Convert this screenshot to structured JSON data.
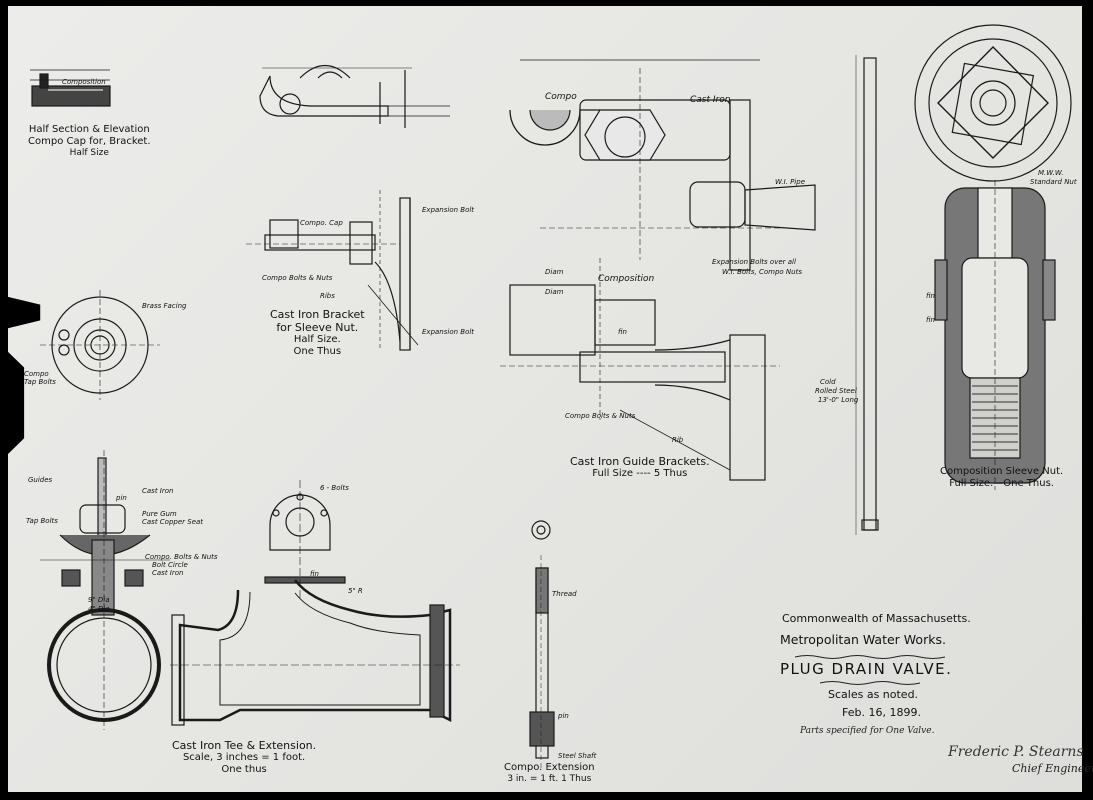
{
  "title_block": {
    "line1": "Commonwealth of Massachusetts.",
    "line2": "Metropolitan Water Works.",
    "line3": "PLUG DRAIN VALVE.",
    "line4": "Scales as noted.",
    "line5": "Feb. 16, 1899.",
    "line6": "Parts specified for One Valve.",
    "signature": "Frederic P. Stearns",
    "signature_title": "Chief Engineer"
  },
  "views": {
    "half_section": {
      "caption1": "Half Section & Elevation",
      "caption2": "Compo Cap for, Bracket.",
      "caption3": "Half Size",
      "label": "Composition"
    },
    "bracket": {
      "caption1": "Cast Iron Bracket",
      "caption2": "for Sleeve Nut.",
      "caption3": "Half Size.",
      "caption4": "One Thus",
      "cap_label": "Compo. Cap",
      "bolts_label": "Compo Bolts & Nuts",
      "exp_bolt_1": "Expansion Bolt",
      "exp_bolt_2": "Expansion Bolt",
      "ribs": "Ribs"
    },
    "guide": {
      "caption1": "Cast Iron Guide Brackets.",
      "caption2": "Full Size ---- 5 Thus",
      "compo": "Compo",
      "cast_iron": "Cast Iron",
      "wi_pipe": "W.I. Pipe",
      "composition": "Composition",
      "diam1": "Diam",
      "diam2": "Diam",
      "compo_bolts": "Compo Bolts & Nuts",
      "rib": "Rib",
      "fin": "fin",
      "exp_note1": "Expansion Bolts over all",
      "exp_note2": "W.I. Bolts, Compo Nuts"
    },
    "flange": {
      "brass": "Brass Facing",
      "compo": "Compo",
      "tap": "Tap Bolts"
    },
    "rod": {
      "note1": "Cold",
      "note2": "Rolled Steel",
      "note3": "13'-0\" Long"
    },
    "sleeve": {
      "caption1": "Composition Sleeve Nut.",
      "caption2": "Full Size.—One Thus.",
      "mww": "M.W.W.",
      "standard": "Standard Nut",
      "fin1": "fin",
      "fin2": "fin"
    },
    "valve": {
      "guides": "Guides",
      "tap_bolts": "Tap Bolts",
      "cast_iron1": "Cast Iron",
      "pure_gum": "Pure Gum",
      "copper_seat": "Cast Copper Seat",
      "compo_bolts": "Compo. Bolts & Nuts",
      "bolt_circle": "Bolt Circle",
      "cast_iron2": "Cast Iron",
      "dia1": "9\" Dia",
      "dia2": "4\" Dia",
      "pin": "pin"
    },
    "tee": {
      "caption1": "Cast Iron Tee & Extension.",
      "caption2": "Scale, 3 inches = 1 foot.",
      "caption3": "One thus",
      "bolts": "6 - Bolts",
      "fin": "fin",
      "r": "5\" R"
    },
    "extension": {
      "caption1": "Compo. Extension",
      "caption2": "3 in. = 1 ft.   1 Thus",
      "thread": "Thread",
      "steel_shaft": "Steel Shaft",
      "pin": "pin"
    }
  }
}
